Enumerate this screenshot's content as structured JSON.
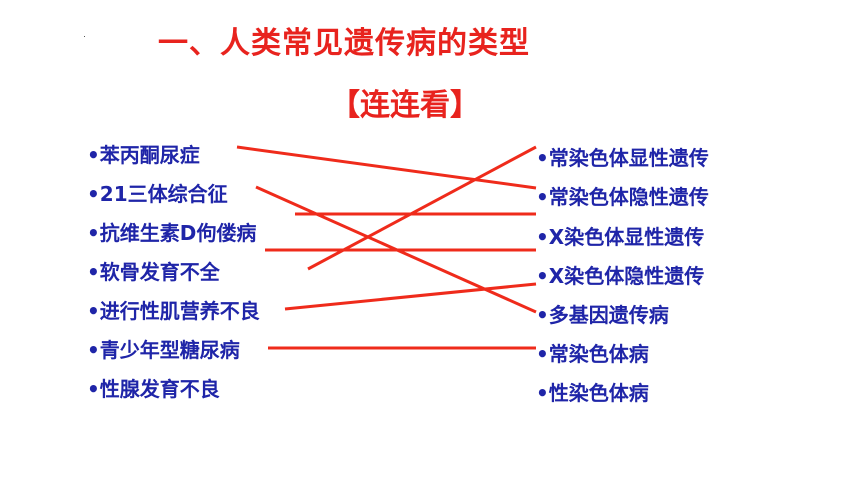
{
  "title": "一、人类常见遗传病的类型",
  "subtitle": "【连连看】",
  "bullet": "•",
  "left_items": [
    "苯丙酮尿症",
    "21三体综合征",
    "抗维生素D佝偻病",
    "软骨发育不全",
    "进行性肌营养不良",
    "青少年型糖尿病",
    "性腺发育不良"
  ],
  "right_items": [
    "常染色体显性遗传",
    "常染色体隐性遗传",
    "X染色体显性遗传",
    "X染色体隐性遗传",
    "多基因遗传病",
    "常染色体病",
    "性染色体病"
  ],
  "colors": {
    "title": "#e8231e",
    "items": "#1f25a8",
    "lines": "#ef2b1b"
  }
}
